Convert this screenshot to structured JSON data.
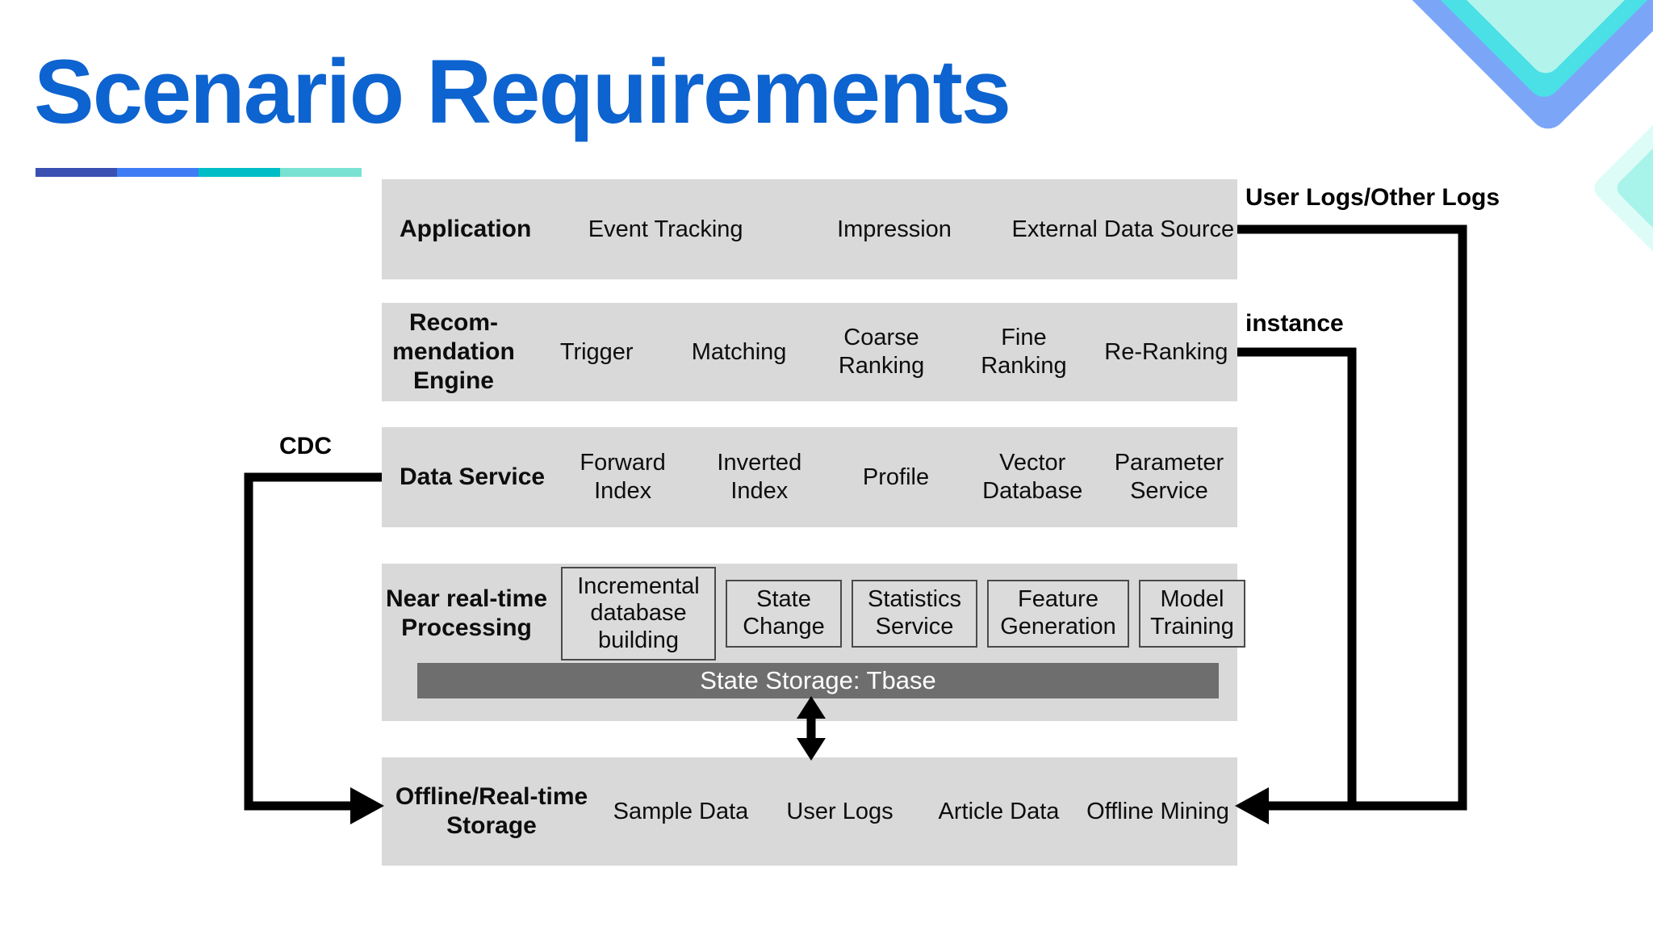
{
  "slide": {
    "title": "Scenario Requirements"
  },
  "flow_labels": {
    "cdc": "CDC",
    "user_logs": "User Logs/Other Logs",
    "instance": "instance"
  },
  "rows": {
    "application": {
      "label": "Application",
      "items": [
        "Event Tracking",
        "Impression",
        "External Data Source"
      ]
    },
    "recommendation": {
      "label": "Recom-\nmendation\nEngine",
      "items": [
        "Trigger",
        "Matching",
        "Coarse\nRanking",
        "Fine\nRanking",
        "Re-Ranking"
      ]
    },
    "data_service": {
      "label": "Data Service",
      "items": [
        "Forward\nIndex",
        "Inverted\nIndex",
        "Profile",
        "Vector Database",
        "Parameter\nService"
      ]
    },
    "processing": {
      "label": "Near real-time\nProcessing",
      "boxes": [
        "Incremental\ndatabase\nbuilding",
        "State\nChange",
        "Statistics\nService",
        "Feature\nGeneration",
        "Model\nTraining"
      ],
      "storage_bar": "State Storage: Tbase"
    },
    "storage": {
      "label": "Offline/Real-time\nStorage",
      "items": [
        "Sample Data",
        "User Logs",
        "Article Data",
        "Offline Mining"
      ]
    }
  },
  "colors": {
    "title_text": "#0d63cf",
    "accent_segments": [
      "#3a50b2",
      "#3e7cf6",
      "#00bdc6",
      "#79e2d2"
    ],
    "layer_bg": "#d9d9d9",
    "inner_box_bg": "#dbdbdb",
    "inner_box_border": "#4a4a4a",
    "storage_bar_bg": "#6e6e6e",
    "storage_bar_text": "#ffffff",
    "arrow_color": "#000000",
    "deco_chevron_blue": "#7ba6f8",
    "deco_chevron_teal": "#4ae0e6",
    "deco_chevron_aqua": "#b2f4ec",
    "deco_diamond_outer": "#ddfbf7",
    "deco_diamond_inner": "#a8f3ea"
  }
}
